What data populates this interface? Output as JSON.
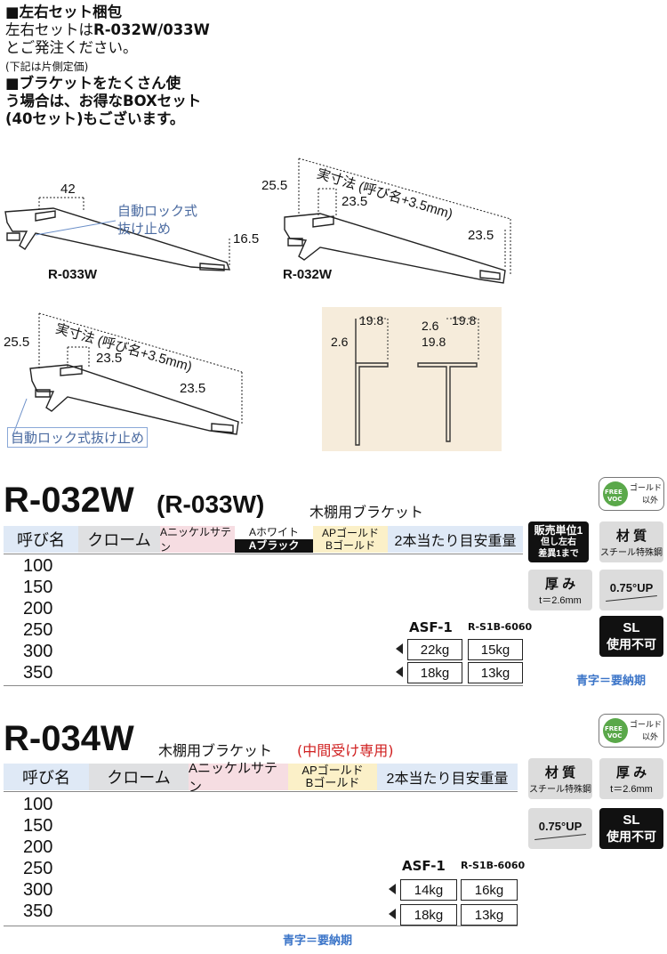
{
  "notes": {
    "set_heading": "■左右セット梱包",
    "set_line1_pre": "左右セットは",
    "set_line1_code": "R-032W/033W",
    "set_line2": "とご発注ください。",
    "set_line3": "(下記は片側定価)",
    "box_line1": "■ブラケットをたくさん使",
    "box_line2": "う場合は、お得なBOXセット",
    "box_line3": "(40セット)もございます。"
  },
  "diagram": {
    "d_42": "42",
    "d_16_5": "16.5",
    "auto_lock_a": "自動ロック式",
    "auto_lock_b": "抜け止め",
    "label_033w": "R-033W",
    "label_032w": "R-032W",
    "d_25_5_a": "25.5",
    "d_23_5_a": "23.5",
    "d_23_5_b": "23.5",
    "actual_a": "実寸法 (呼び名+3.5mm)",
    "d_25_5_b": "25.5",
    "d_23_5_c": "23.5",
    "d_23_5_d": "23.5",
    "actual_b": "実寸法 (呼び名+3.5mm)",
    "auto_lock_full": "自動ロック式抜け止め",
    "sec_19_8_a": "19.8",
    "sec_2_6_a": "2.6",
    "sec_2_6_b": "2.6",
    "sec_19_8_b": "19.8",
    "sec_19_8_c": "19.8"
  },
  "product1": {
    "title_main": "R-032W",
    "title_sub": "(R-033W)",
    "title_desc": "木棚用ブラケット",
    "headers": {
      "name": "呼び名",
      "chrome": "クローム",
      "nickel": "Aニッケルサテン",
      "white": "Aホワイト",
      "black": "Aブラック",
      "apgold": "APゴールド",
      "bgold": "Bゴールド",
      "weight": "2本当たり目安重量"
    },
    "sizes": [
      "100",
      "150",
      "200",
      "250",
      "300",
      "350"
    ],
    "asf_label": "ASF-1",
    "rs_label": "R-S1B-6060",
    "rows": [
      [
        "22kg",
        "15kg"
      ],
      [
        "18kg",
        "13kg"
      ]
    ],
    "unit_title": "販売単位1",
    "unit_sub1": "但し左右",
    "unit_sub2": "差異1まで",
    "material_title": "材 質",
    "material_sub": "スチール特殊鋼",
    "thick_title": "厚 み",
    "thick_sub": "t＝2.6mm",
    "up_label": "0.75°UP",
    "sl_title": "SL",
    "sl_sub": "使用不可",
    "blue_note": "青字＝要納期",
    "logo_text1": "ゴールド",
    "logo_text2": "以外",
    "logo_free": "FREE",
    "logo_voc": "VOC"
  },
  "product2": {
    "title_main": "R-034W",
    "title_desc": "木棚用ブラケット",
    "title_red": "(中間受け専用)",
    "headers": {
      "name": "呼び名",
      "chrome": "クローム",
      "nickel": "Aニッケルサテン",
      "apgold": "APゴールド",
      "bgold": "Bゴールド",
      "weight": "2本当たり目安重量"
    },
    "sizes": [
      "100",
      "150",
      "200",
      "250",
      "300",
      "350"
    ],
    "asf_label": "ASF-1",
    "rs_label": "R-S1B-6060",
    "rows": [
      [
        "14kg",
        "16kg"
      ],
      [
        "18kg",
        "13kg"
      ]
    ],
    "material_title": "材 質",
    "material_sub": "スチール特殊鋼",
    "thick_title": "厚 み",
    "thick_sub": "t＝2.6mm",
    "up_label": "0.75°UP",
    "sl_title": "SL",
    "sl_sub": "使用不可",
    "blue_note": "青字＝要納期",
    "logo_text1": "ゴールド",
    "logo_text2": "以外",
    "logo_free": "FREE",
    "logo_voc": "VOC"
  }
}
